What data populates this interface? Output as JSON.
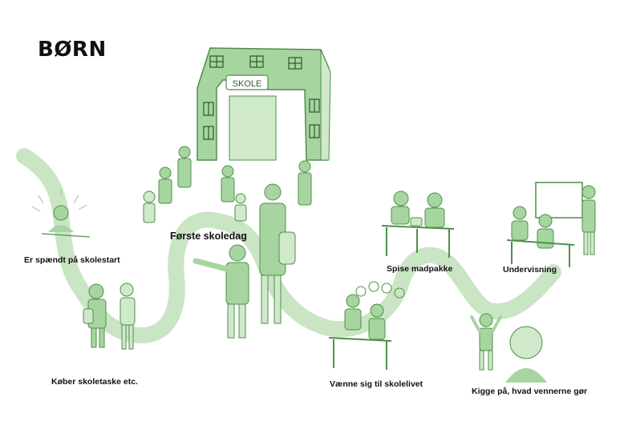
{
  "title": "BØRN",
  "colors": {
    "path": "#c9e5c4",
    "fill": "#a7d5a0",
    "fill_light": "#cfe9ca",
    "stroke": "#4f8f4a",
    "ink": "#2e5a2c"
  },
  "building_sign": "SKOLE",
  "stages": [
    {
      "label": "Er spændt på skolestart"
    },
    {
      "label": "Køber skoletaske etc."
    },
    {
      "label": "Første skoledag"
    },
    {
      "label": "Vænne sig til skolelivet"
    },
    {
      "label": "Spise madpakke"
    },
    {
      "label": "Kigge på, hvad vennerne gør"
    },
    {
      "label": "Undervisning"
    }
  ]
}
